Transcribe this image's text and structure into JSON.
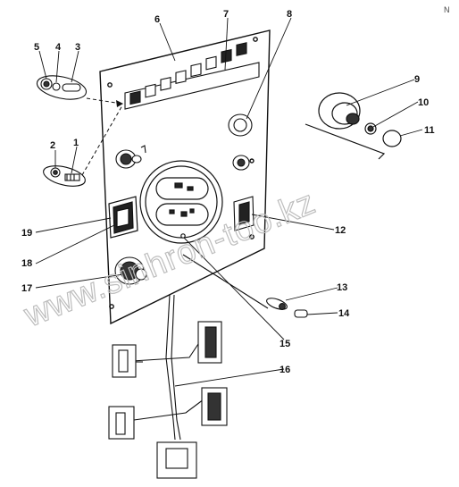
{
  "corner_mark": "N",
  "watermark": "www.sinhron-too.kz",
  "callouts": [
    "1",
    "2",
    "3",
    "4",
    "5",
    "6",
    "7",
    "8",
    "9",
    "10",
    "11",
    "12",
    "13",
    "14",
    "15",
    "16",
    "17",
    "18",
    "19"
  ]
}
